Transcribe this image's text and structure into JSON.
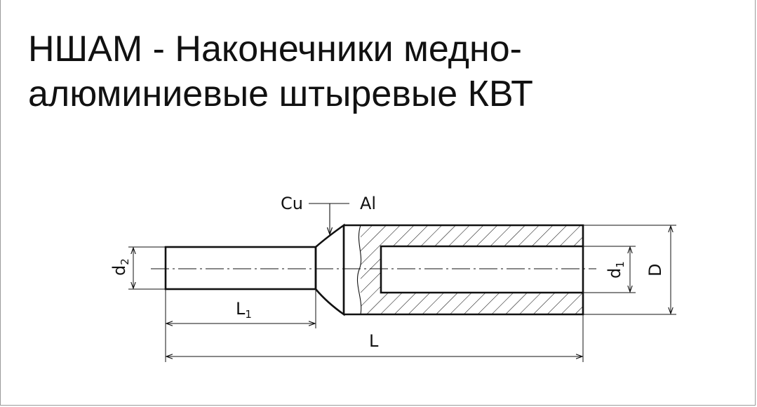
{
  "title": {
    "line1": "НШАМ - Наконечники медно-",
    "line2": "алюминиевые штыревые КВТ"
  },
  "drawing": {
    "labels": {
      "cu": "Cu",
      "al": "Al",
      "d2": "d",
      "d2_sub": "2",
      "d1": "d",
      "d1_sub": "1",
      "D": "D",
      "L1": "L",
      "L1_sub": "1",
      "L": "L"
    }
  },
  "colors": {
    "line": "#111111",
    "text": "#111111",
    "background": "#ffffff"
  }
}
